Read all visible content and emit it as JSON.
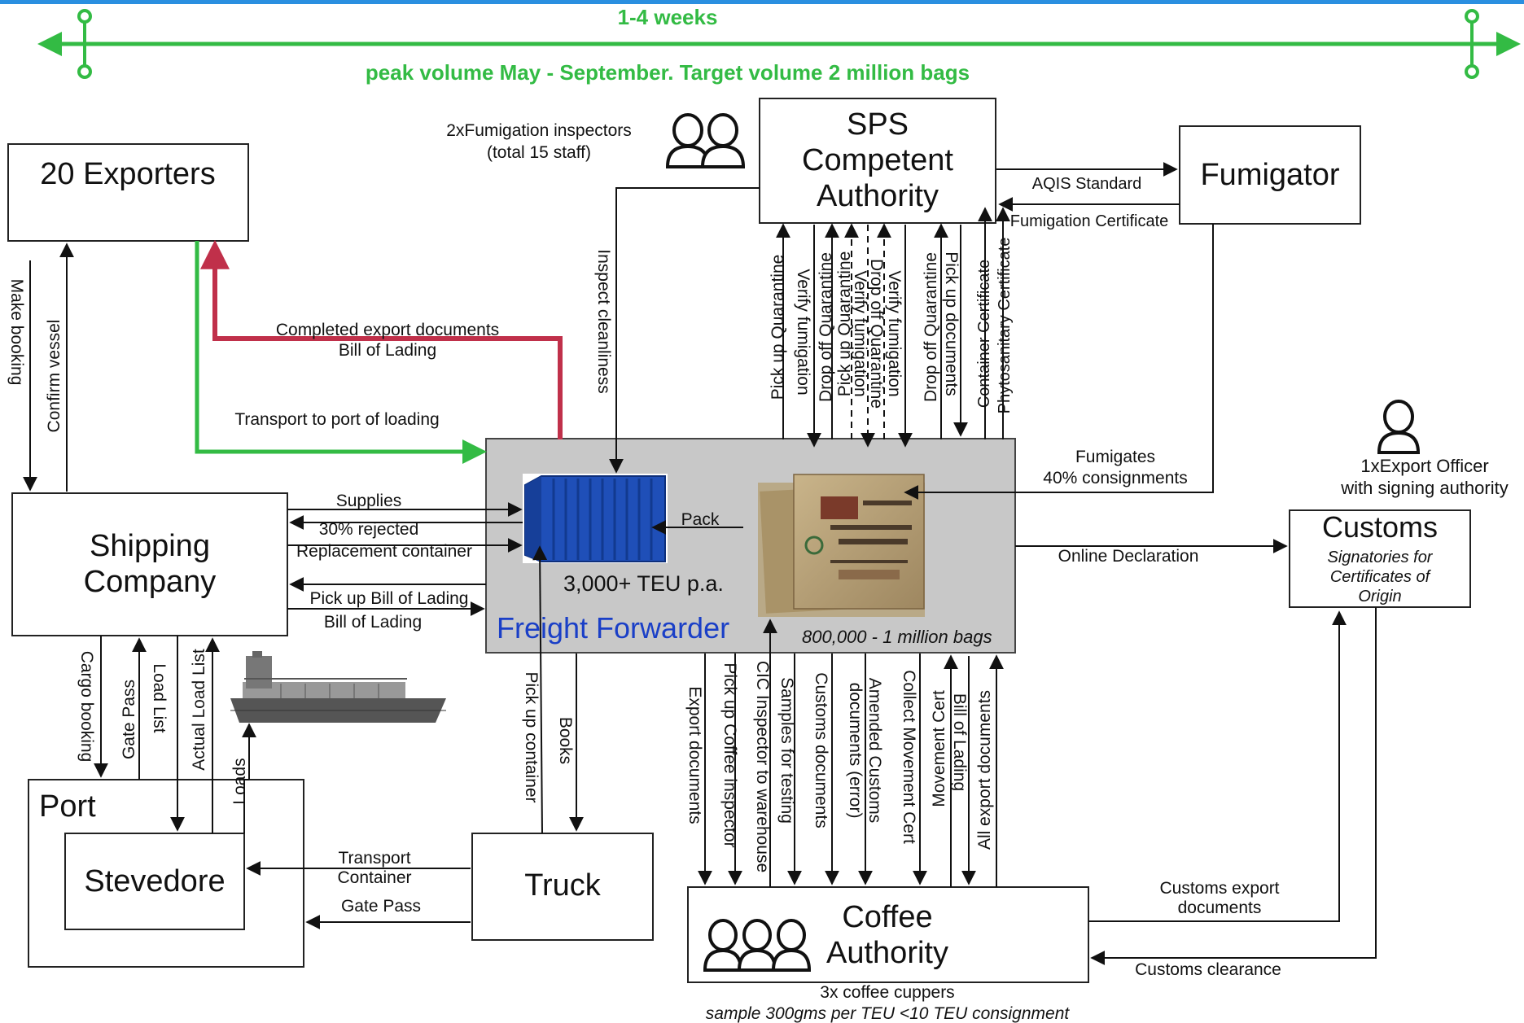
{
  "colors": {
    "timeline_green": "#33bb44",
    "return_red": "#c0304a",
    "forwarder_fill": "#c8c8c8",
    "forwarder_text": "#1a3fc7",
    "top_bar": "#2a8fe0"
  },
  "timeline": {
    "duration": "1-4 weeks",
    "note": "peak volume May - September.  Target volume 2 million bags"
  },
  "entities": {
    "exporters": "20 Exporters",
    "sps": [
      "SPS",
      "Competent",
      "Authority"
    ],
    "fumigator": "Fumigator",
    "shipping": [
      "Shipping",
      "Company"
    ],
    "freight_forwarder": "Freight Forwarder",
    "teu": "3,000+ TEU p.a.",
    "bags": "800,000 - 1 million bags",
    "customs": "Customs",
    "customs_sub": [
      "Signatories for",
      "Certificates of",
      "Origin"
    ],
    "port": "Port",
    "stevedore": "Stevedore",
    "truck": "Truck",
    "coffee": [
      "Coffee",
      "Authority"
    ]
  },
  "staff": {
    "fumigation": [
      "2xFumigation inspectors",
      "(total 15 staff)"
    ],
    "export_officer": [
      "1xExport Officer",
      "with signing authority"
    ],
    "cuppers": [
      "3x coffee cuppers",
      "sample 300gms per TEU <10 TEU consignment"
    ]
  },
  "icons": [
    "people-pair-icon",
    "person-icon",
    "people-trio-icon",
    "container-image",
    "coffee-bags-image",
    "ship-image"
  ],
  "flows": {
    "make_booking": "Make booking",
    "confirm_vessel": "Confirm vessel",
    "completed_docs": [
      "Completed export documents",
      "Bill of Lading"
    ],
    "transport_port": "Transport to port of loading",
    "inspect": "Inspect cleanliness",
    "aqis": "AQIS Standard",
    "fum_cert": "Fumigation Certificate",
    "sps_vertical": [
      "Pick up Quarantine",
      "Verify fumigation",
      "Drop off Quarantine",
      "Pick up Quarantine",
      "Verify fumigation",
      "Drop off Quarantine",
      "Verify fumigation",
      "Drop off Quarantine",
      "Pick up documents",
      "Container Certificate",
      "Phytosanitary Certificate"
    ],
    "fumigates": [
      "Fumigates",
      "40% consignments"
    ],
    "supplies": "Supplies",
    "rejected": "30% rejected",
    "replacement": "Replacement container",
    "pack": "Pack",
    "pickup_bol": "Pick up Bill of Lading",
    "bol": "Bill of Lading",
    "online_decl": "Online Declaration",
    "cargo_booking": "Cargo booking",
    "gate_pass_v": "Gate Pass",
    "load_list": "Load List",
    "actual_load_list": "Actual Load List",
    "loads": "Loads",
    "pickup_container": "Pick up container",
    "books": "Books",
    "coffee_vertical": [
      "Export documents",
      "Pick up Coffee inspector",
      "CIC Inspector to warehouse",
      "Samples for testing",
      "Customs documents",
      "Amended Customs",
      "documents (error)",
      "Collect Movement Cert",
      "Movement Cert",
      "Bill of Lading",
      "All export documents"
    ],
    "transport_container": [
      "Transport",
      "Container"
    ],
    "gate_pass": "Gate Pass",
    "customs_export": [
      "Customs export",
      "documents"
    ],
    "customs_clearance": "Customs clearance"
  }
}
